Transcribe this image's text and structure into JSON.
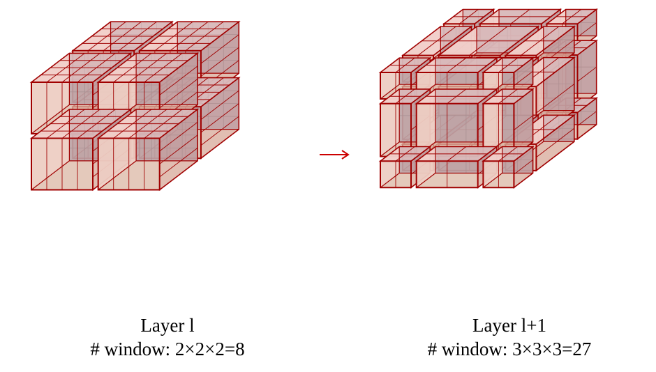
{
  "diagram": {
    "left": {
      "label": "Layer l",
      "window_count": "# window: 2×2×2=8",
      "grid": 2
    },
    "right": {
      "label": "Layer l+1",
      "window_count": "# window: 3×3×3=27",
      "grid": 3
    },
    "arrow_color": "#cc0000",
    "colors": {
      "edge": "#a00000",
      "face_front": "#f2b6b6",
      "face_top": "#f5c8c8",
      "face_side": "#e8a8a8",
      "interior": "#8a8f94",
      "interior_dark": "#6c7176",
      "texture_light": "#e9e2cf",
      "texture_green": "#b9b98a"
    }
  }
}
